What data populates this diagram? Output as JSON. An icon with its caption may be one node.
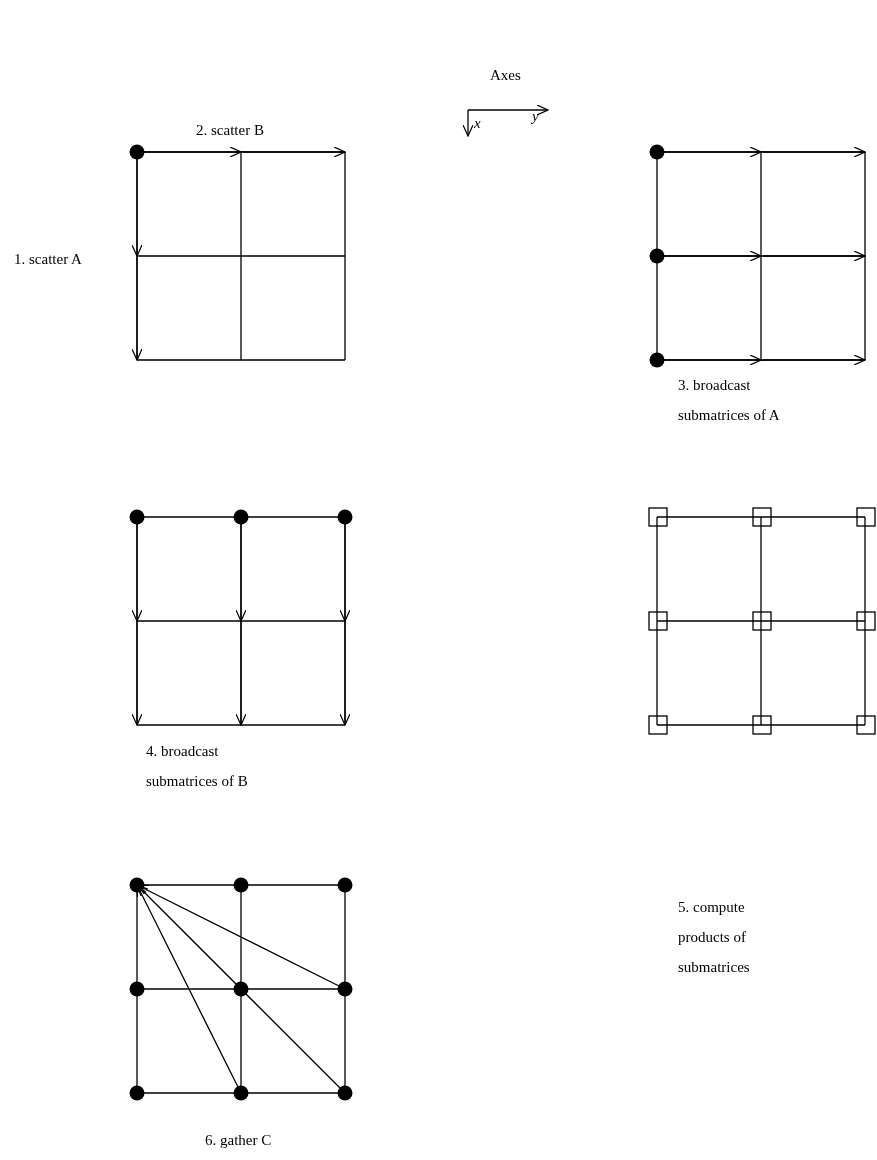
{
  "diagram": {
    "labels": [
      "Axes",
      "y",
      "x",
      "2. scatter B",
      "1. scatter A",
      "3. broadcast submatrices of A",
      "4. broadcast submatrices of B",
      "5. compute products of submatrices",
      "6. gather C"
    ]
  }
}
